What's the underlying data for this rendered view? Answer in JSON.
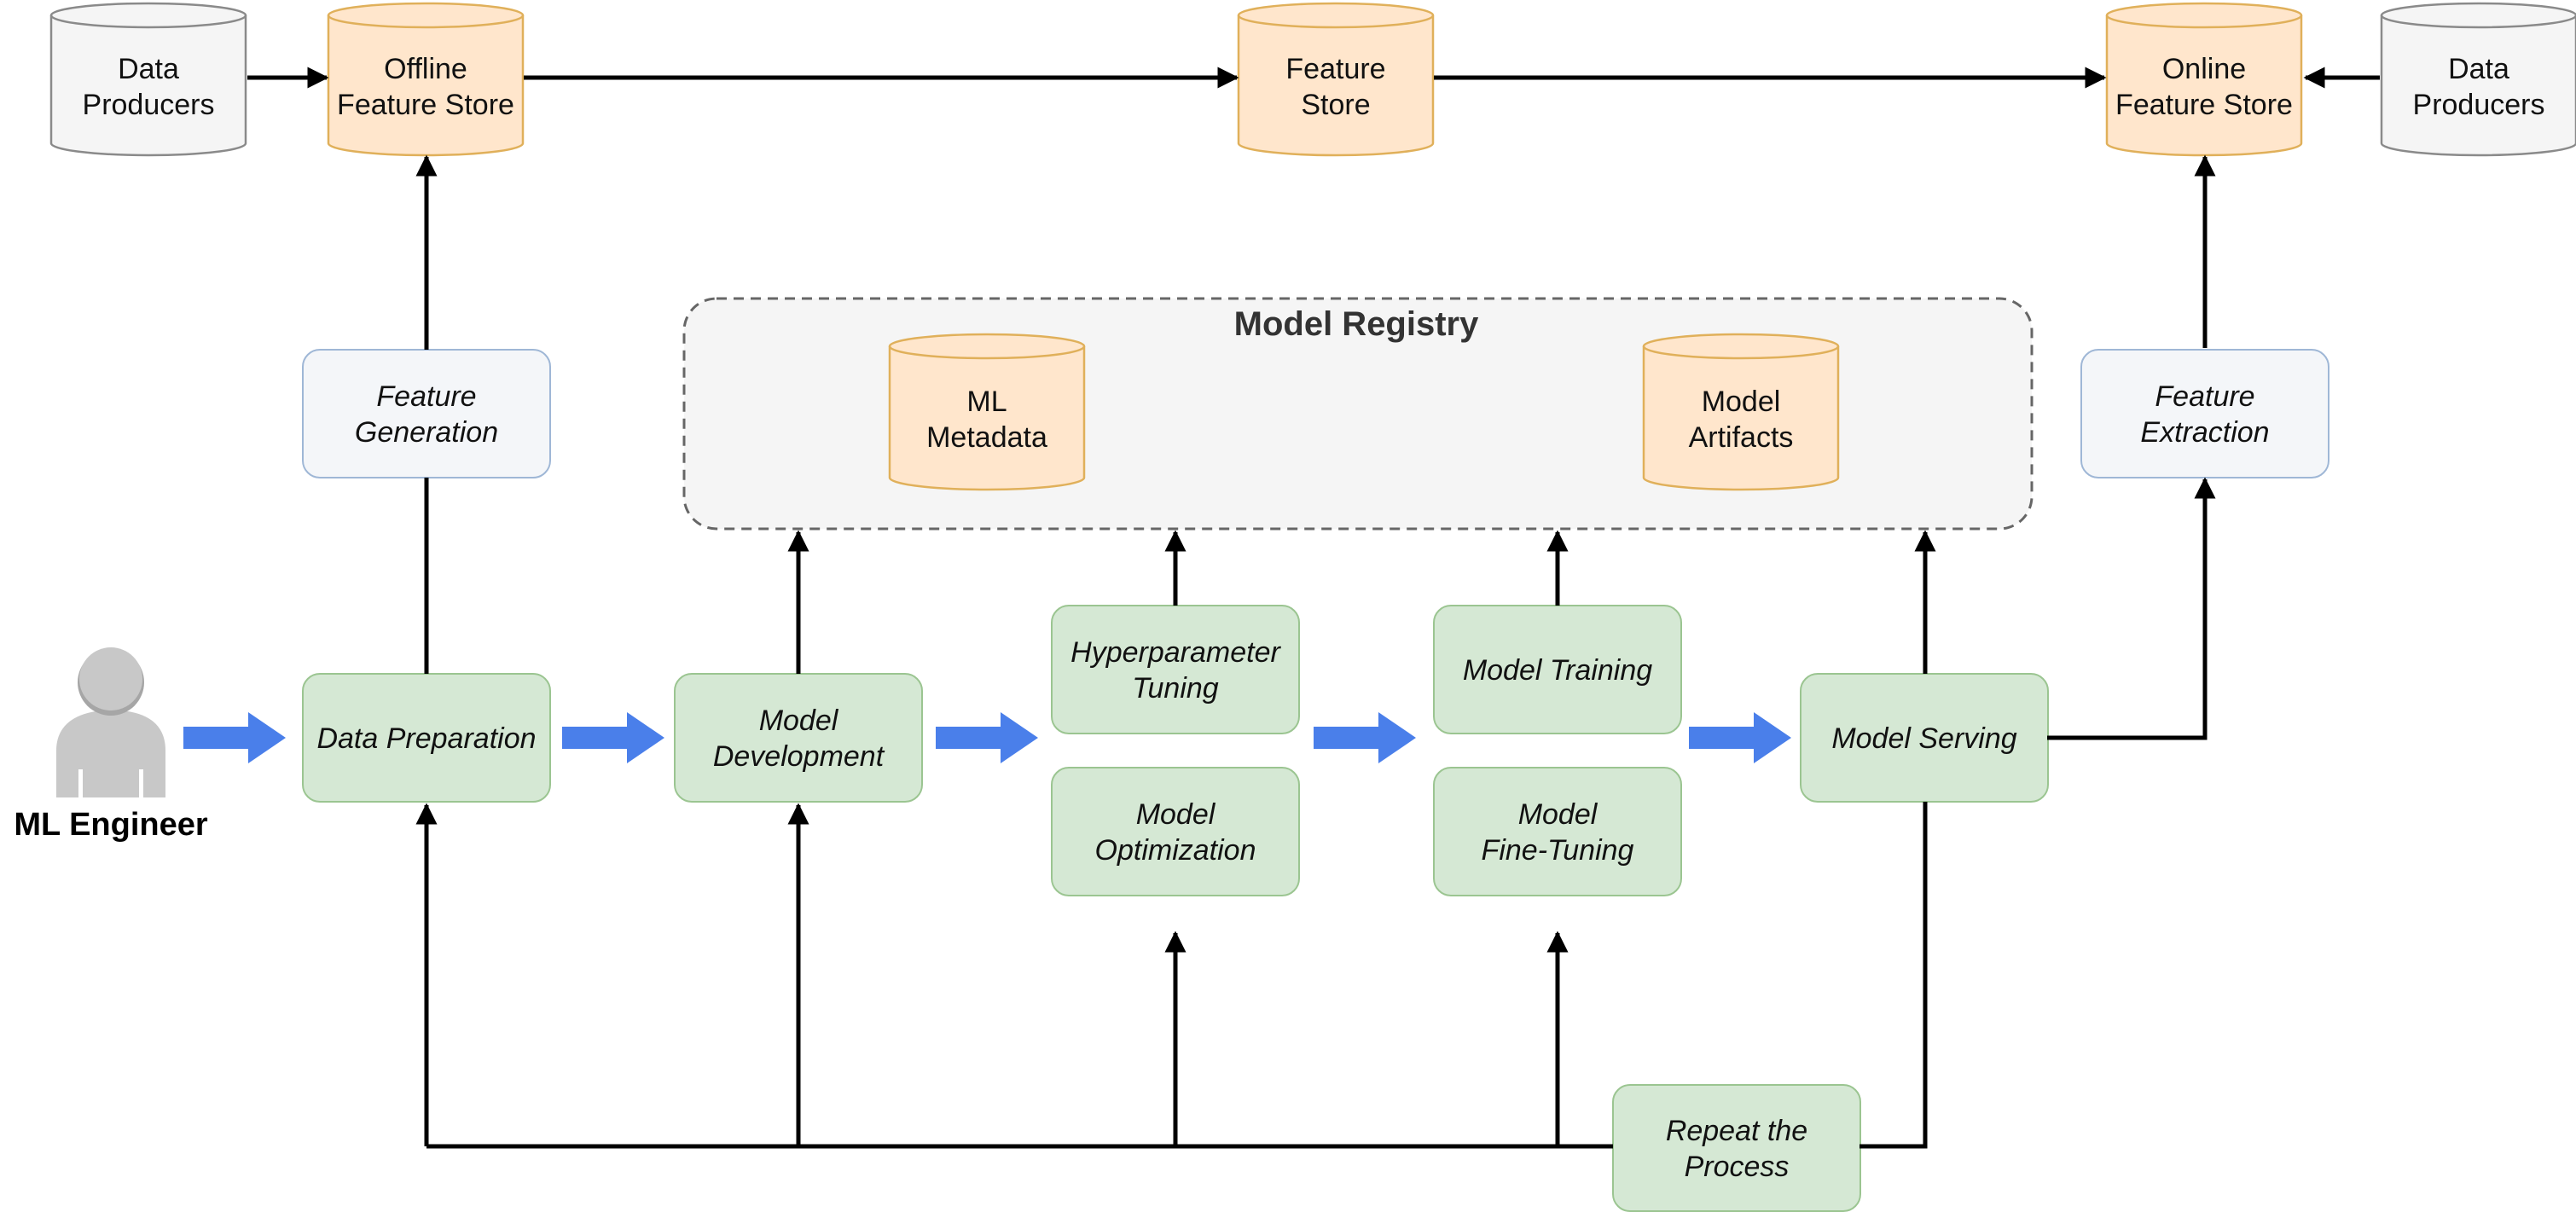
{
  "stores": {
    "data_producers_left": [
      "Data",
      "Producers"
    ],
    "offline_store": [
      "Offline",
      "Feature Store"
    ],
    "feature_store": [
      "Feature",
      "Store"
    ],
    "online_store": [
      "Online",
      "Feature Store"
    ],
    "data_producers_right": [
      "Data",
      "Producers"
    ]
  },
  "registry": {
    "title": "Model Registry",
    "ml_metadata": [
      "ML",
      "Metadata"
    ],
    "model_artifacts": [
      "Model",
      "Artifacts"
    ]
  },
  "actor": {
    "label": "ML Engineer"
  },
  "steps": {
    "feature_generation": [
      "Feature",
      "Generation"
    ],
    "feature_extraction": [
      "Feature",
      "Extraction"
    ],
    "data_preparation": [
      "Data Preparation"
    ],
    "model_development": [
      "Model",
      "Development"
    ],
    "hyperparameter_tuning": [
      "Hyperparameter",
      "Tuning"
    ],
    "model_optimization": [
      "Model",
      "Optimization"
    ],
    "model_training": [
      "Model Training"
    ],
    "model_fine_tuning": [
      "Model",
      "Fine-Tuning"
    ],
    "model_serving": [
      "Model Serving"
    ],
    "repeat_process": [
      "Repeat the",
      "Process"
    ]
  },
  "colors": {
    "store_fill": "#FFE6CC",
    "store_stroke": "#E0B05A",
    "producer_fill": "#F5F5F5",
    "producer_stroke": "#8A8A8A",
    "step_fill": "#D5E8D4",
    "step_stroke": "#9BC591",
    "feature_fill": "#F4F6F9",
    "feature_stroke": "#9FB7D6",
    "registry_fill": "#F5F5F5",
    "registry_stroke": "#666666",
    "flow_arrow": "#4A7FEA",
    "person": "#C8C8C8"
  }
}
